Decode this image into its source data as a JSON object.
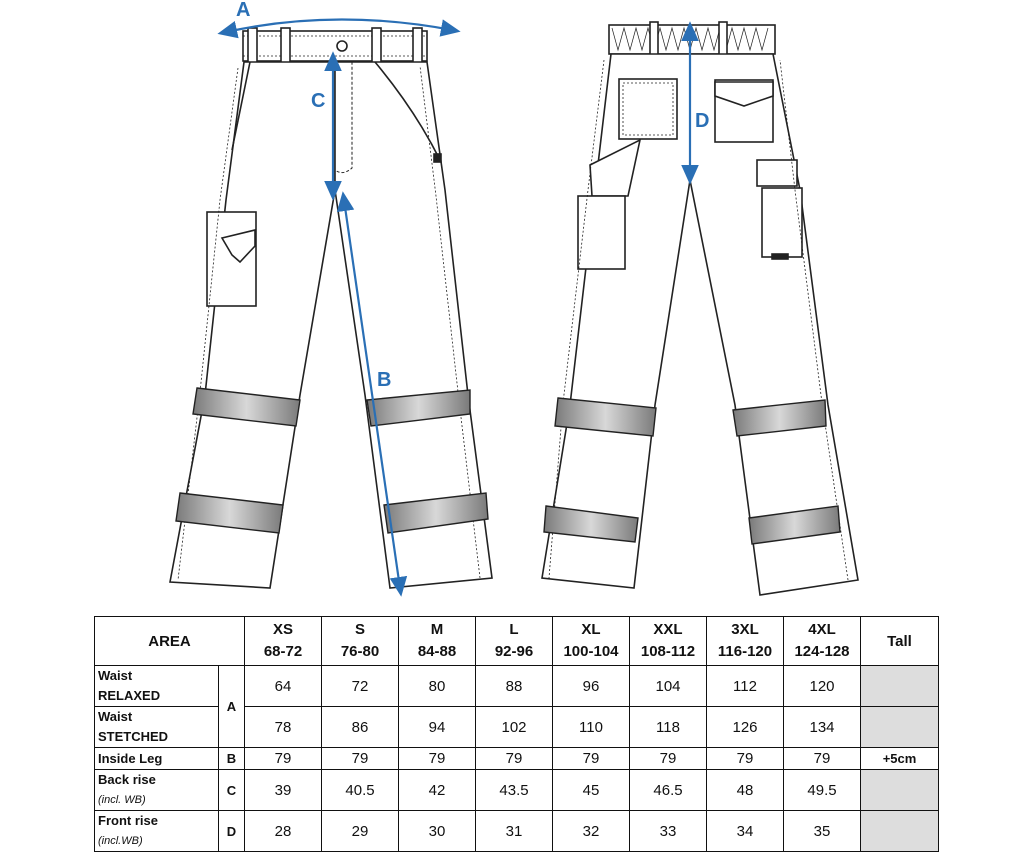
{
  "measure_labels": {
    "a": "A",
    "b": "B",
    "c": "C",
    "d": "D"
  },
  "colors": {
    "measure_line": "#2a6fb5",
    "band": "#8a8a8a",
    "outline": "#222222",
    "tall_fill": "#dddddd"
  },
  "table": {
    "area_header": "AREA",
    "tall_header": "Tall",
    "sizes": [
      {
        "name": "XS",
        "range": "68-72"
      },
      {
        "name": "S",
        "range": "76-80"
      },
      {
        "name": "M",
        "range": "84-88"
      },
      {
        "name": "L",
        "range": "92-96"
      },
      {
        "name": "XL",
        "range": "100-104"
      },
      {
        "name": "XXL",
        "range": "108-112"
      },
      {
        "name": "3XL",
        "range": "116-120"
      },
      {
        "name": "4XL",
        "range": "124-128"
      }
    ],
    "rows": [
      {
        "label": "Waist",
        "sublabel": "RELAXED",
        "letter": "A",
        "values": [
          "64",
          "72",
          "80",
          "88",
          "96",
          "104",
          "112",
          "120"
        ],
        "tall": ""
      },
      {
        "label": "Waist",
        "sublabel": "STETCHED",
        "letter": "",
        "values": [
          "78",
          "86",
          "94",
          "102",
          "110",
          "118",
          "126",
          "134"
        ],
        "tall": ""
      },
      {
        "label": "Inside Leg",
        "sublabel": "",
        "letter": "B",
        "values": [
          "79",
          "79",
          "79",
          "79",
          "79",
          "79",
          "79",
          "79"
        ],
        "tall": "+5cm"
      },
      {
        "label": "Back rise",
        "sublabel": "(incl. WB)",
        "letter": "C",
        "values": [
          "39",
          "40.5",
          "42",
          "43.5",
          "45",
          "46.5",
          "48",
          "49.5"
        ],
        "tall": ""
      },
      {
        "label": "Front rise",
        "sublabel": "(incl.WB)",
        "letter": "D",
        "values": [
          "28",
          "29",
          "30",
          "31",
          "32",
          "33",
          "34",
          "35"
        ],
        "tall": ""
      }
    ]
  }
}
